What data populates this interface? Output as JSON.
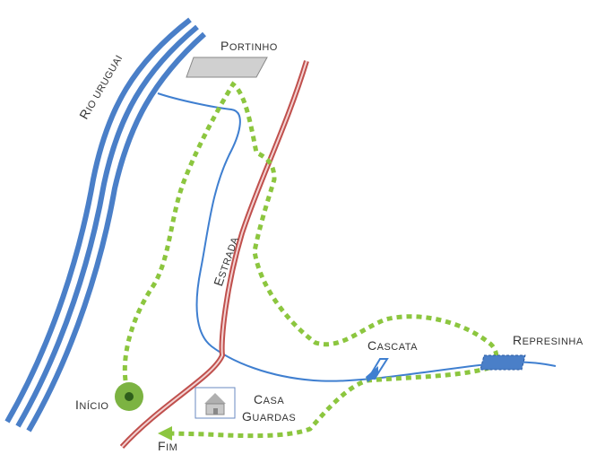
{
  "labels": {
    "rio": "Rio Uruguai",
    "portinho": "Portinho",
    "estrada": "Estrada",
    "cascata": "Cascata",
    "represinha": "Represinha",
    "inicio": "Início",
    "casa_line1": "Casa",
    "casa_line2": "Guardas",
    "fim": "Fim"
  },
  "colors": {
    "river": "#4a7fc8",
    "stream": "#3f7fd0",
    "road": "#c0504d",
    "trail": "#8cc63f",
    "start_marker": "#6aa63a",
    "building": "#c8c8c8"
  },
  "icons": {
    "house": "house-icon",
    "waterfall": "waterfall-icon",
    "start": "start-marker-icon",
    "end": "arrow-left-icon"
  }
}
